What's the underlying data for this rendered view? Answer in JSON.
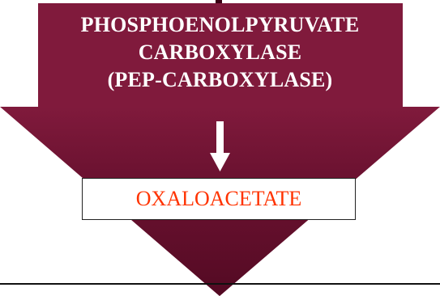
{
  "enzyme": {
    "line1": "PHOSPHOENOLPYRUVATE",
    "line2": "CARBOXYLASE",
    "line3": "(PEP-CARBOXYLASE)"
  },
  "product": {
    "label": "OXALOACETATE"
  },
  "colors": {
    "shape_top": "#801a3c",
    "shape_bottom": "#5a0a26",
    "enzyme_text": "#ffffff",
    "product_text": "#ff3300",
    "arrow": "#ffffff",
    "baseline": "#111111"
  },
  "icons": {
    "reaction_arrow": "down-arrow-icon"
  }
}
